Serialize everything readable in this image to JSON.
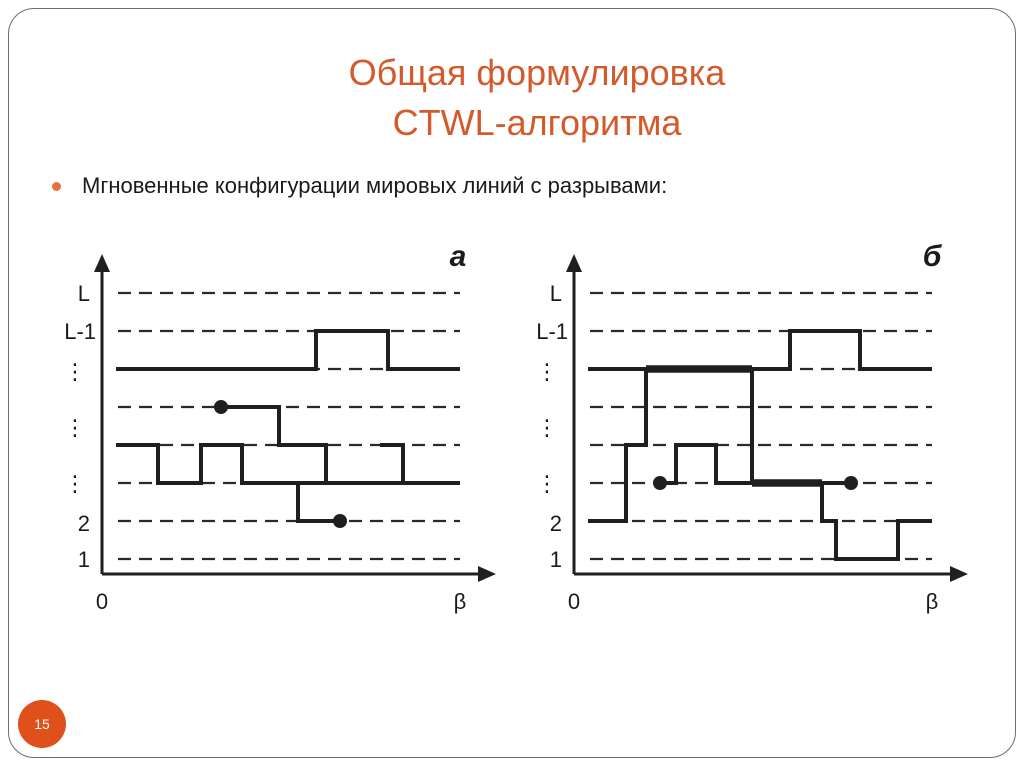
{
  "slide": {
    "title_line1": "Общая формулировка",
    "title_line2": "CTWL-алгоритма",
    "bullet": "Мгновенные конфигурации мировых линий с разрывами:",
    "page_number": "15"
  },
  "panels": [
    {
      "label": "а",
      "y_labels": [
        "L",
        "L-1",
        "⋮",
        "⋮",
        "⋮",
        "2",
        "1"
      ],
      "origin_label": "0",
      "x_axis_label": "β"
    },
    {
      "label": "б",
      "y_labels": [
        "L",
        "L-1",
        "⋮",
        "⋮",
        "⋮",
        "2",
        "1"
      ],
      "origin_label": "0",
      "x_axis_label": "β"
    }
  ],
  "colors": {
    "title": "#d35a2a",
    "bullet": "#e8703a",
    "badge": "#e0501a",
    "lines": "#1f1f1f",
    "frame": "#6e6e6e"
  }
}
